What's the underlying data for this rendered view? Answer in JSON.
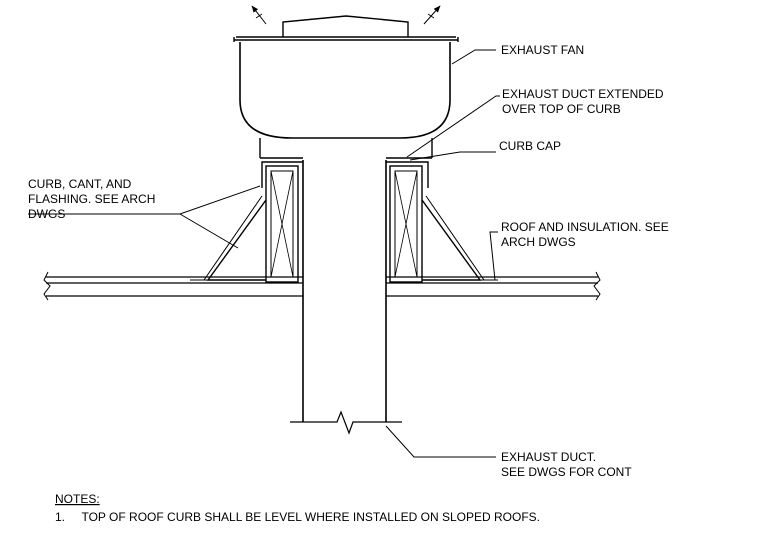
{
  "labels": {
    "exhaust_fan": "EXHAUST FAN",
    "duct_extended": [
      "EXHAUST DUCT EXTENDED",
      "OVER TOP OF CURB"
    ],
    "curb_cap": "CURB CAP",
    "curb_cant": [
      "CURB, CANT, AND",
      "FLASHING. SEE  ARCH",
      "DWGS"
    ],
    "roof_insulation": [
      "ROOF AND INSULATION. SEE",
      "ARCH DWGS"
    ],
    "exhaust_duct": [
      "EXHAUST DUCT.",
      "SEE DWGS FOR CONT"
    ]
  },
  "notes": {
    "heading": "NOTES:",
    "items": [
      "1.     TOP OF ROOF CURB SHALL BE LEVEL WHERE INSTALLED ON SLOPED ROOFS."
    ]
  }
}
